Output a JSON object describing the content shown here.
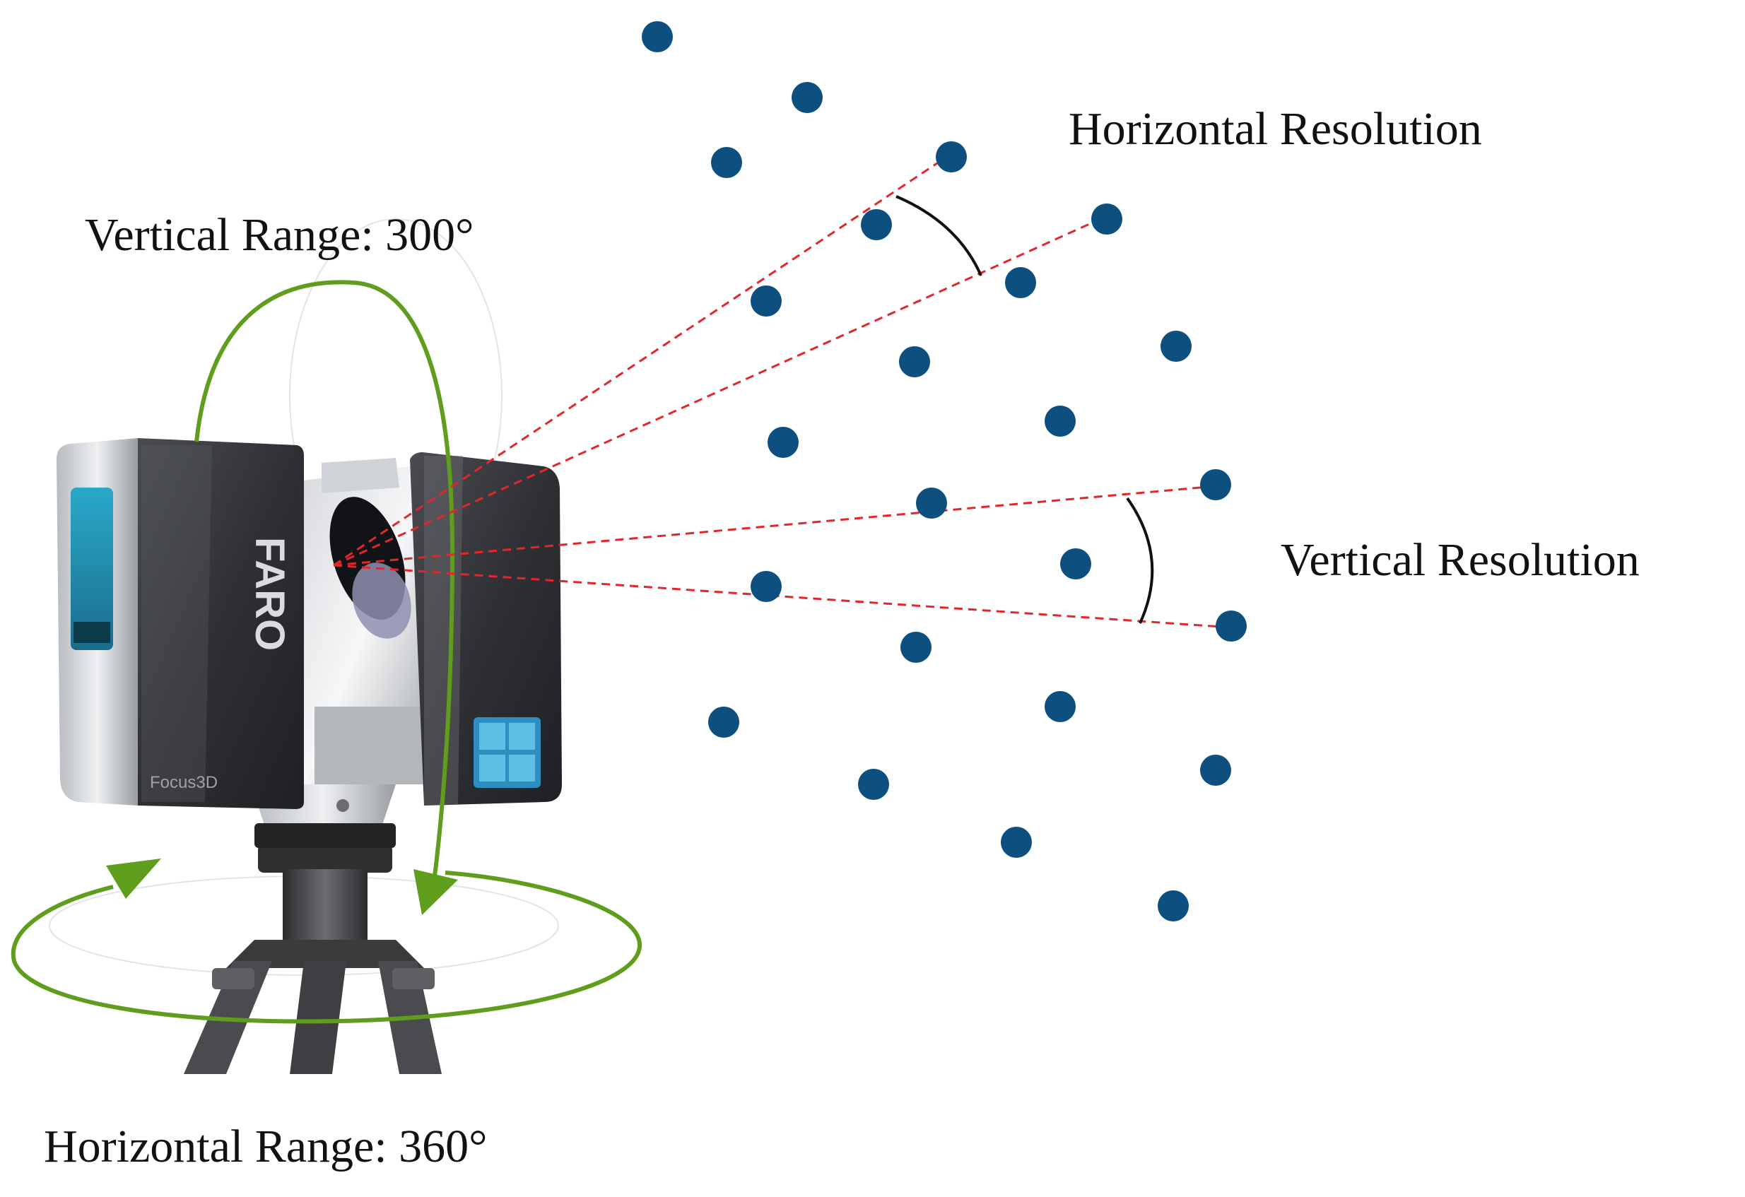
{
  "labels": {
    "vertical_range": "Vertical Range: 300°",
    "horizontal_resolution": "Horizontal Resolution",
    "vertical_resolution": "Vertical Resolution",
    "horizontal_range": "Horizontal Range: 360°"
  },
  "scanner": {
    "brand_text": "FARO",
    "model_text": "Focus3D"
  },
  "colors": {
    "point": "#0d4f7e",
    "beam": "#e3262b",
    "arrow": "#5e9e1c",
    "scanner_body": "#3a3b3f",
    "scanner_frame": "#c9ccd0"
  }
}
